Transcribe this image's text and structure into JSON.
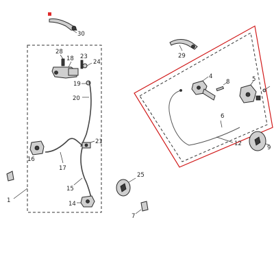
{
  "callouts": {
    "c1": "1",
    "c4": "4",
    "c5": "5",
    "c6": "6",
    "c7": "7",
    "c8": "8",
    "c9": "9",
    "c12": "12",
    "c14": "14",
    "c15": "15",
    "c16": "16",
    "c17": "17",
    "c18": "18",
    "c19": "19",
    "c20": "20",
    "c21": "21",
    "c23": "23",
    "c24": "24",
    "c25": "25",
    "c28": "28",
    "c29": "29",
    "c30": "30"
  },
  "colors": {
    "highlight_frame": "#d11a1a",
    "parts_fill": "#cfcfcf",
    "outline": "#2a2a2a"
  }
}
